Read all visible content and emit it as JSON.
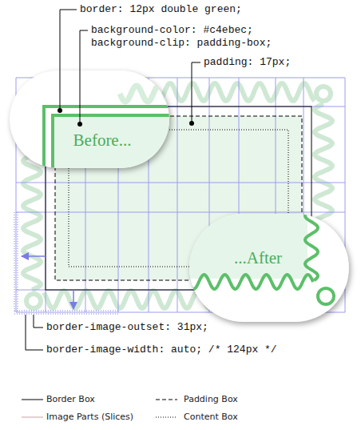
{
  "diagram": {
    "nodes": [
      {
        "text": [
          "Before..."
        ]
      },
      {
        "text": [
          "...After"
        ]
      }
    ],
    "labels": [
      "border: 12px double green;",
      "background-color: #c4ebec;",
      "background-clip: padding-box;",
      "padding: 17px;",
      "border-image-outset: 31px;",
      "border-image-width: auto; /* 124px */"
    ],
    "legend": [
      {
        "text": "Border Box"
      },
      {
        "text": "Padding Box"
      },
      {
        "text": "Image Parts (Slices)"
      },
      {
        "text": "Content Box"
      }
    ]
  }
}
